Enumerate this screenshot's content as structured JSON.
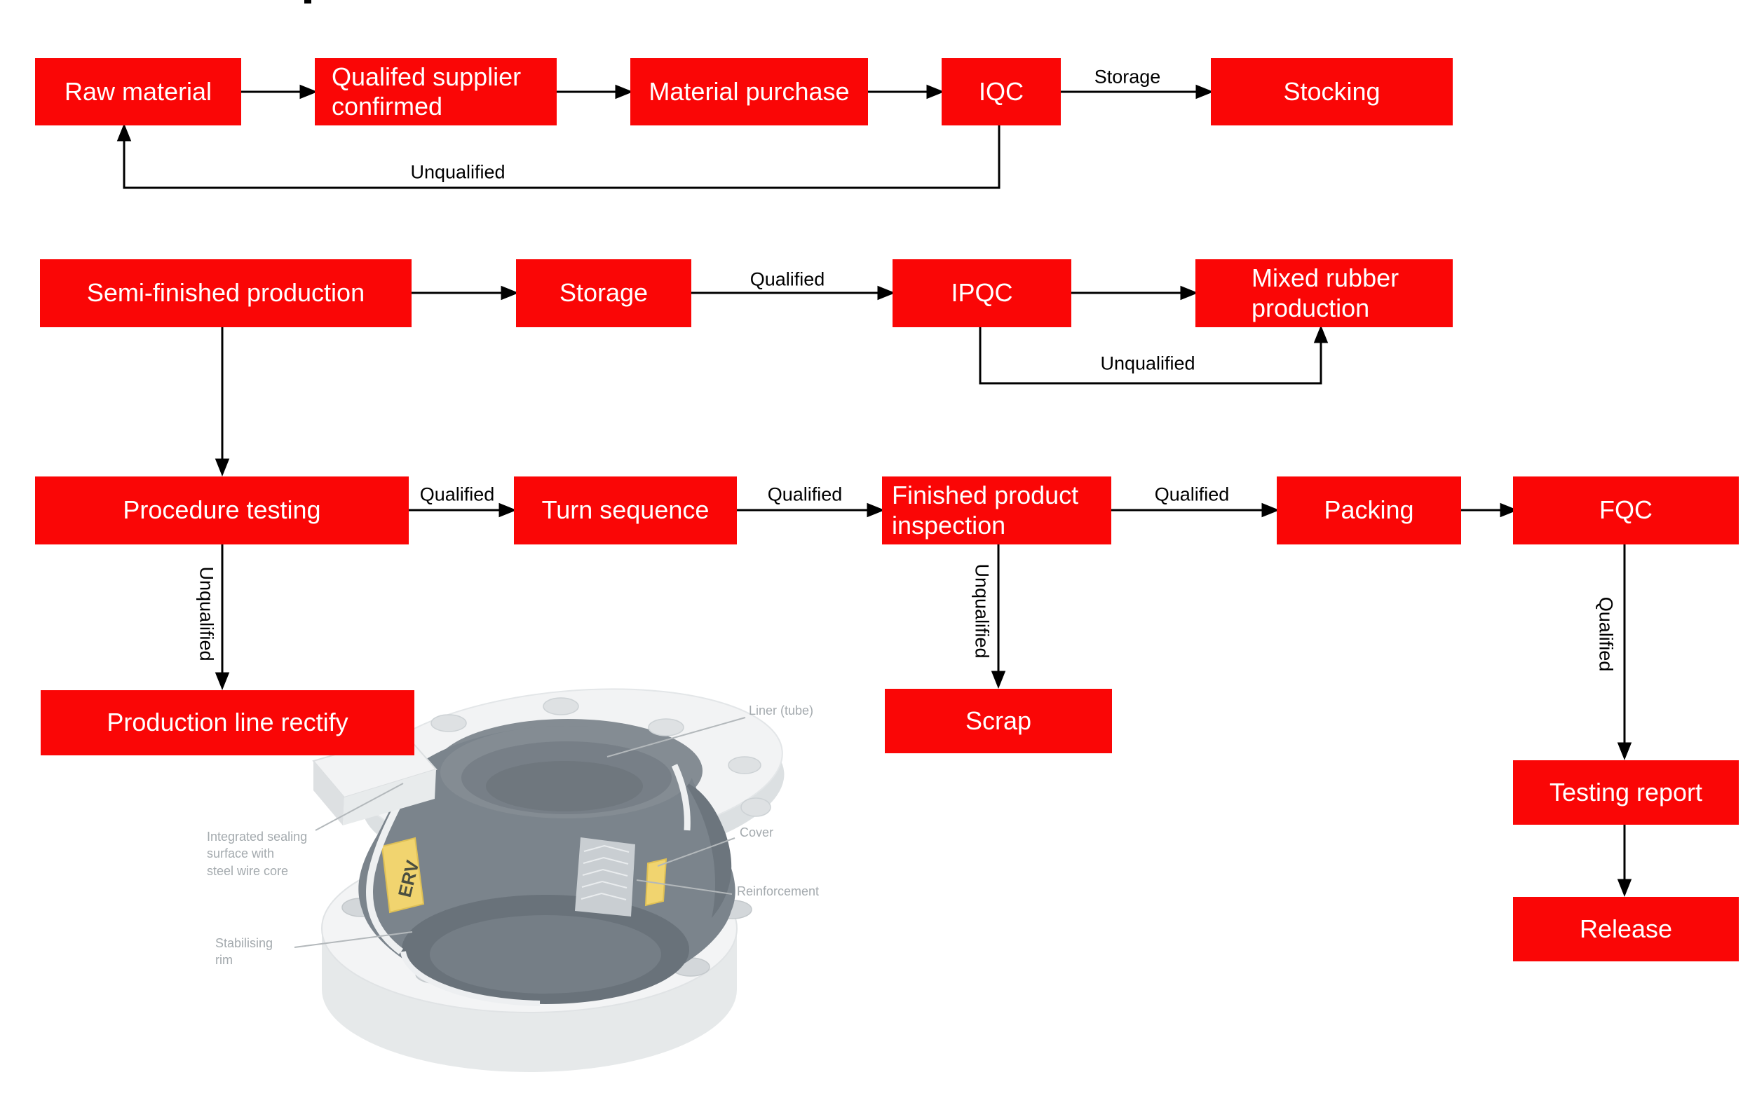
{
  "colors": {
    "node_red": "#fa0606",
    "node_text": "#ffffff",
    "connector_black": "#000000",
    "callout_gray": "#a4aaae",
    "erv_band_yellow": "#f1d46f",
    "rubber_gray": "#7b848c",
    "flange_white": "#f2f3f4"
  },
  "flowchart": {
    "nodes": {
      "raw_material": {
        "label": "Raw material"
      },
      "qualified_supplier": {
        "label": "Qualifed supplier confirmed"
      },
      "material_purchase": {
        "label": "Material purchase"
      },
      "iqc": {
        "label": "IQC"
      },
      "stocking": {
        "label": "Stocking"
      },
      "semi_finished": {
        "label": "Semi-finished production"
      },
      "storage": {
        "label": "Storage"
      },
      "ipqc": {
        "label": "IPQC"
      },
      "mixed_rubber": {
        "label": "Mixed rubber production"
      },
      "procedure_testing": {
        "label": "Procedure testing"
      },
      "turn_sequence": {
        "label": "Turn sequence"
      },
      "finished_inspection": {
        "label": "Finished product inspection"
      },
      "packing": {
        "label": "Packing"
      },
      "fqc": {
        "label": "FQC"
      },
      "production_rectify": {
        "label": "Production line rectify"
      },
      "scrap": {
        "label": "Scrap"
      },
      "testing_report": {
        "label": "Testing report"
      },
      "release": {
        "label": "Release"
      }
    },
    "edge_labels": {
      "storage_route": "Storage",
      "unqualified_return": "Unqualified",
      "qualified_to_ipqc": "Qualified",
      "unqualified_to_mixed": "Unqualified",
      "qualified_to_turn": "Qualified",
      "qualified_to_inspection": "Qualified",
      "qualified_to_packing": "Qualified",
      "unqualified_to_rectify": "Unqualified",
      "unqualified_to_scrap": "Unqualified",
      "qualified_to_report": "Qualified"
    }
  },
  "illustration": {
    "brand_band": "ERV",
    "labels": {
      "liner": "Liner (tube)",
      "sealing": "Integrated sealing\nsurface with\nsteel wire core",
      "rim": "Stabilising\nrim",
      "cover": "Cover",
      "reinforcement": "Reinforcement"
    }
  }
}
